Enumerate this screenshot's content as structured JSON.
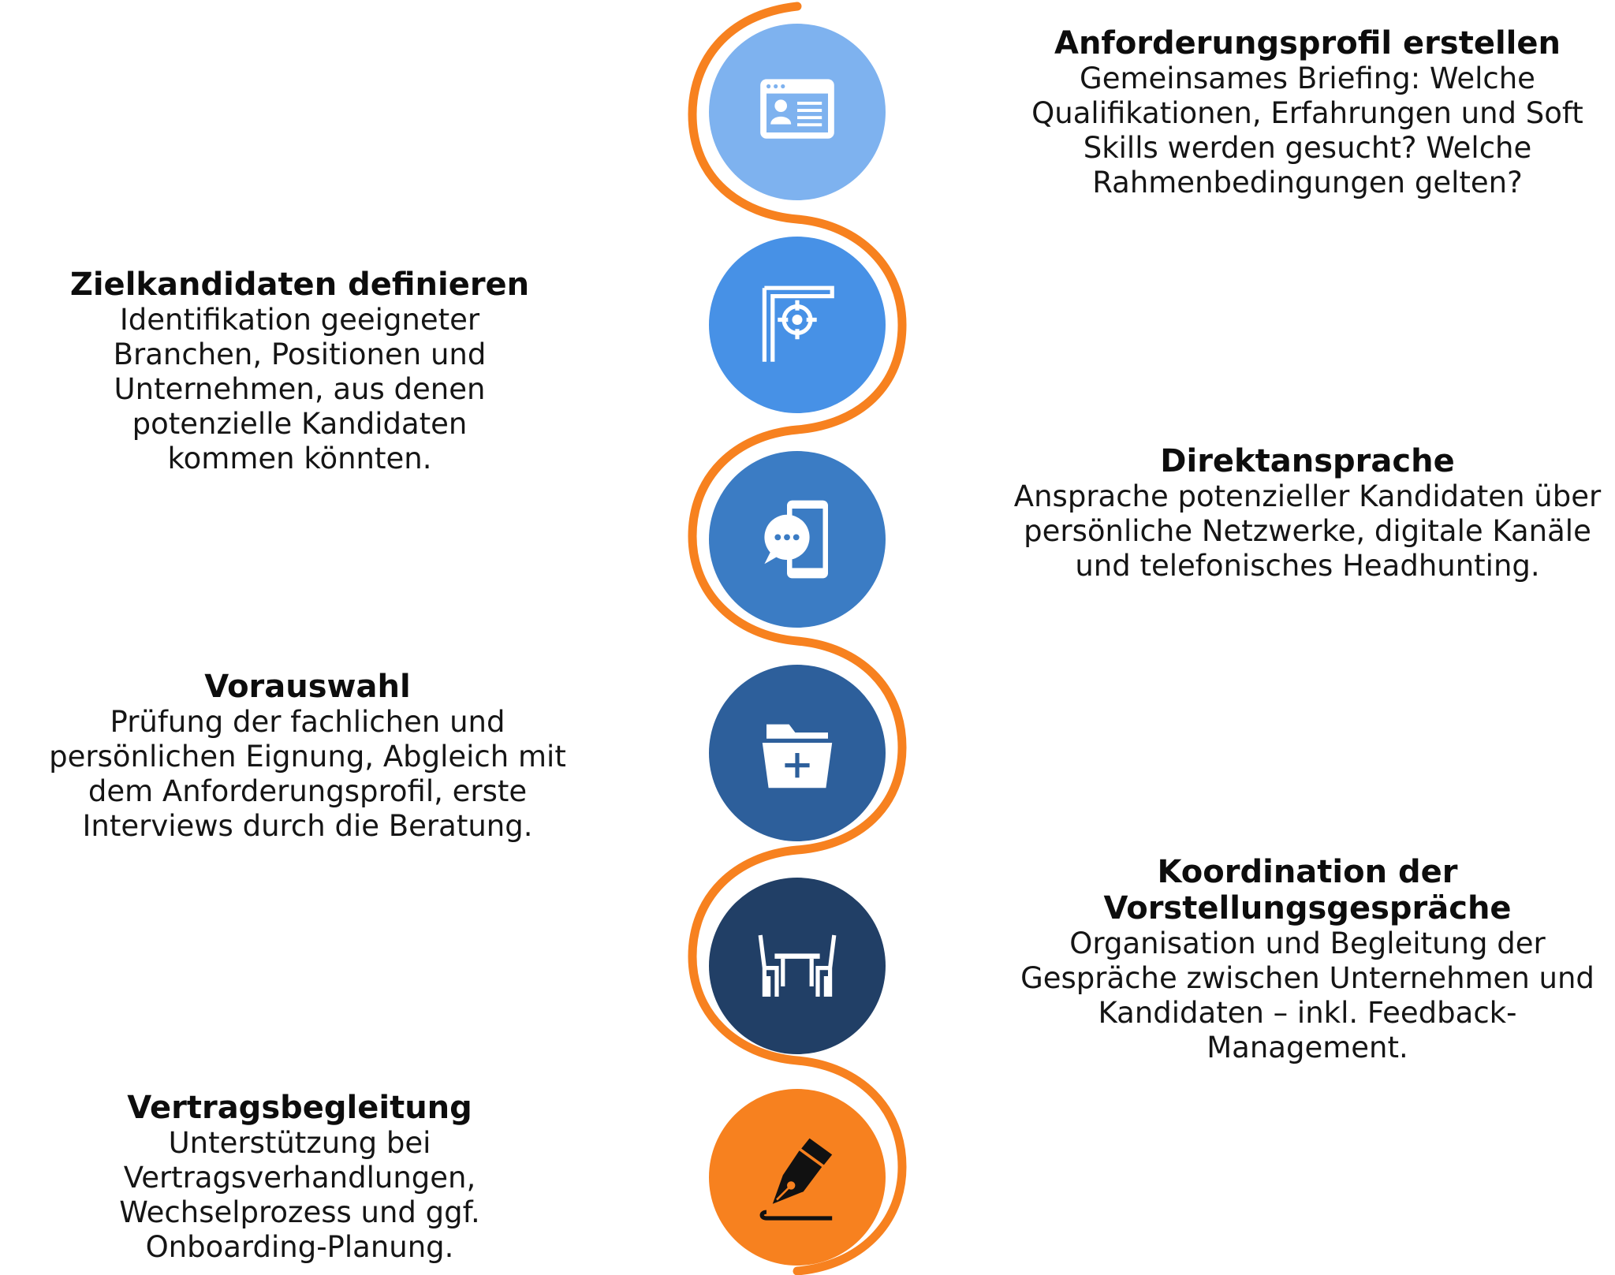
{
  "steps": [
    {
      "title": "Anforderungsprofil erstellen",
      "text": "Gemeinsames Briefing: Welche Qualifikationen, Erfahrungen und Soft Skills werden gesucht? Welche Rahmenbedingungen gelten?",
      "icon": "profile-card-icon",
      "color": "#7eb2ef"
    },
    {
      "title": "Zielkandidaten definieren",
      "text": "Identifikation geeigneter Branchen, Positionen und Unternehmen, aus denen potenzielle Kandidaten kommen könnten.",
      "icon": "target-flag-icon",
      "color": "#4791e6"
    },
    {
      "title": "Direktansprache",
      "text": "Ansprache potenzieller Kandidaten über persönliche Netzwerke, digitale Kanäle und telefonisches Headhunting.",
      "icon": "phone-chat-icon",
      "color": "#3b7cc4"
    },
    {
      "title": "Vorauswahl",
      "text": "Prüfung der fachlichen und persönlichen Eignung, Abgleich mit dem Anforderungsprofil, erste Interviews durch die Beratung.",
      "icon": "folder-plus-icon",
      "color": "#2d5f9b"
    },
    {
      "title": "Koordination der Vorstellungsgespräche",
      "text": "Organisation und Begleitung der Gespräche zwischen Unternehmen und Kandidaten – inkl. Feedback-Management.",
      "icon": "meeting-table-icon",
      "color": "#213f66"
    },
    {
      "title": "Vertragsbegleitung",
      "text": "Unterstützung bei Vertragsverhandlungen, Wechselprozess und ggf. Onboarding-Planung.",
      "icon": "fountain-pen-icon",
      "color": "#f7811f"
    }
  ],
  "wave_color": "#f7811f"
}
